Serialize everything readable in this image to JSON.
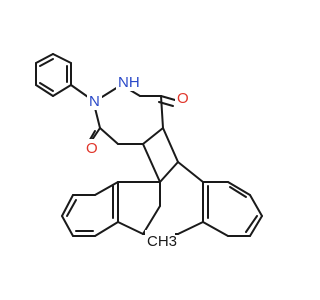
{
  "molecule": {
    "atom_labels": {
      "oxygen_top": "O",
      "oxygen_left": "O",
      "nitrogen_ring": "N",
      "nitrogen_h": "NH",
      "methyl": "CH3"
    },
    "colors": {
      "oxygen": "#e0362b",
      "nitrogen": "#2a49c8",
      "bond": "#1a1a1a",
      "background": "#ffffff"
    }
  }
}
